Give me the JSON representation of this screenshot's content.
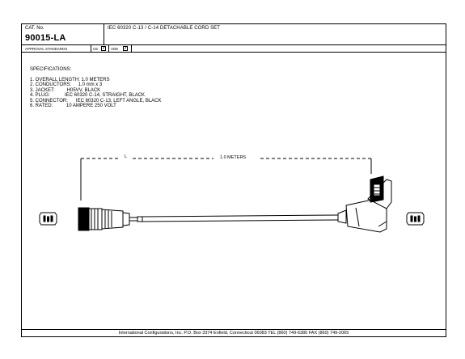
{
  "header": {
    "cat_label": "CAT. No.",
    "cat_number": "90015-LA",
    "title": "IEC 60320 C-13 / C-14 DETACHABLE CORD SET"
  },
  "approvals": {
    "label": "APPROVAL STANDARDS",
    "items": [
      {
        "label": "CE",
        "checked": true
      },
      {
        "label": "VDE",
        "checked": true
      }
    ]
  },
  "specs": {
    "heading": "SPECIFICATIONS:",
    "rows": [
      "1. OVERALL LENGTH: 1.0 METERS",
      "2. CONDUCTORS:     1.0 mm x 3",
      "3. JACKET:         H05VV, BLACK",
      "4. PLUG:           IEC 60320 C-14, STRAIGHT, BLACK",
      "5. CONNECTOR:      IEC 60320 C-13, LEFT ANGLE, BLACK",
      "6. RATED:          10 AMPERE 250 VOLT"
    ]
  },
  "drawing": {
    "dim_small": "L",
    "dim_length": "1.0 METERS"
  },
  "footer": {
    "text": "International Configurations, Inc.  P.O. Box 3374  Enfield, Connecticut 06083 TEL (860) 749-6380  FAX (860) 749-2065"
  }
}
